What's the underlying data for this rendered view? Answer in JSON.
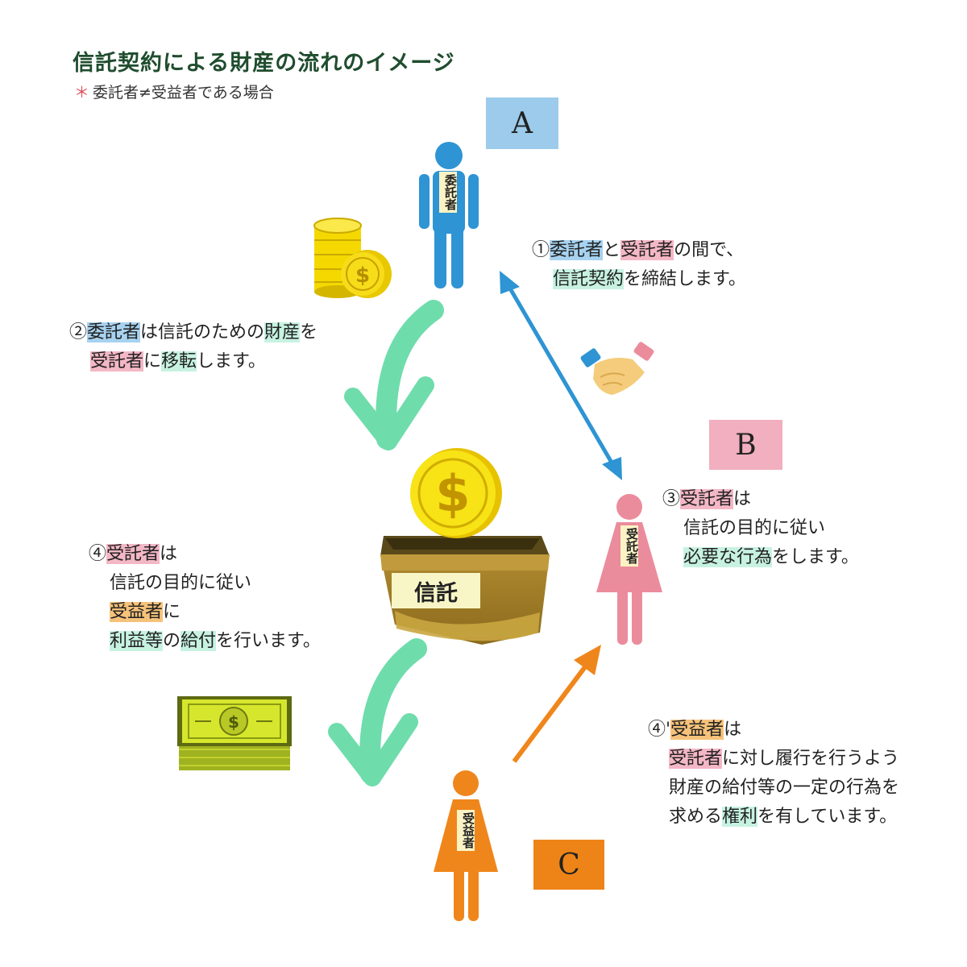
{
  "header": {
    "title": "信託契約による財産の流れのイメージ",
    "subtitle_mark": "＊",
    "subtitle": "委託者≠受益者である場合"
  },
  "labels": {
    "a": "A",
    "b": "B",
    "c": "C"
  },
  "persons": {
    "settlor": "委託者",
    "trustee": "受託者",
    "beneficiary": "受益者"
  },
  "trust_box_label": "信託",
  "steps": {
    "s1": {
      "num": "①",
      "a": "委託者",
      "b": "と",
      "c": "受託者",
      "d": "の間で、",
      "e": "信託契約",
      "f": "を締結します。"
    },
    "s2": {
      "num": "②",
      "a": "委託者",
      "b": "は信託のための",
      "c": "財産",
      "d": "を",
      "e": "受託者",
      "f": "に",
      "g": "移転",
      "h": "します。"
    },
    "s3": {
      "num": "③",
      "a": "受託者",
      "b": "は",
      "c": "信託の目的に従い",
      "d": "必要な行為",
      "e": "をします。"
    },
    "s4": {
      "num": "④",
      "a": "受託者",
      "b": "は",
      "c": "信託の目的に従い",
      "d": "受益者",
      "e": "に",
      "f": "利益等",
      "g": "の",
      "h": "給付",
      "i": "を行います。"
    },
    "s4p": {
      "num": "④'",
      "a": "受益者",
      "b": "は",
      "c": "受託者",
      "d": "に対し履行を行うよう",
      "e": "財産の給付等の一定の行為を",
      "f": "求める",
      "g": "権利",
      "h": "を有しています。"
    }
  },
  "colors": {
    "settlor": "#2e94d3",
    "trustee": "#eb8c9c",
    "beneficiary": "#ef861b",
    "flow_arrow": "#6fdcac",
    "title": "#1f4d2e"
  },
  "icons": [
    "coin-stack-icon",
    "handshake-icon",
    "money-bill-icon",
    "dollar-coin-icon",
    "trust-box-icon",
    "person-icon"
  ]
}
